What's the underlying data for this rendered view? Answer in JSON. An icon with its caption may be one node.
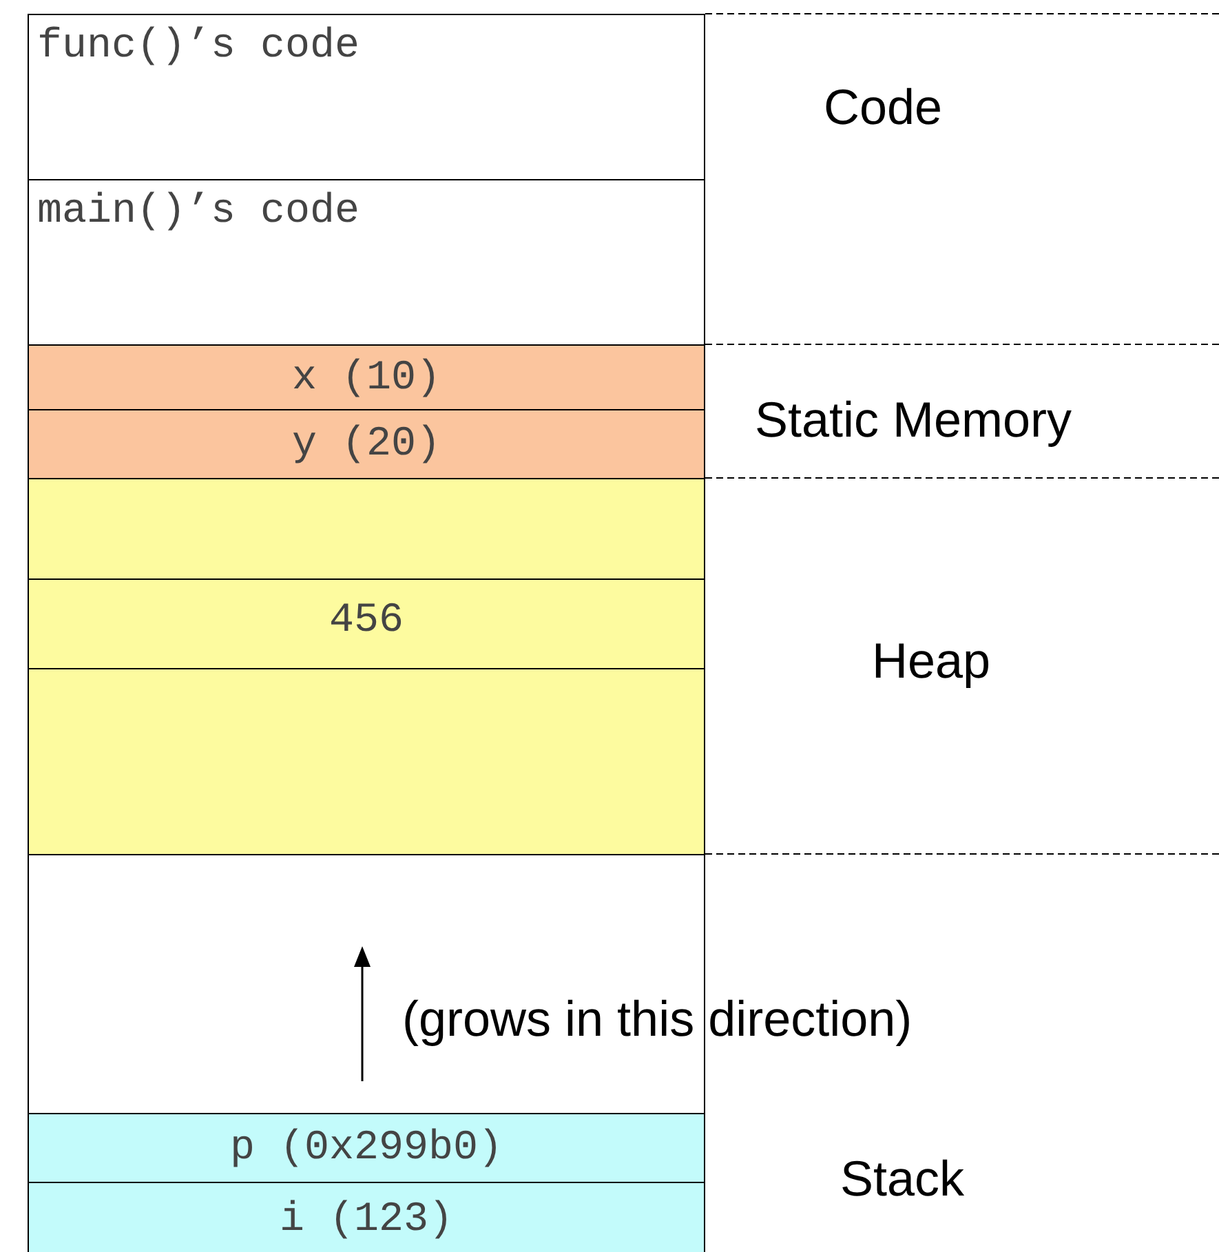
{
  "diagram": {
    "nodes": [
      {
        "text": [
          "func()’s code"
        ]
      },
      {
        "text": [
          "main()’s code"
        ]
      },
      {
        "text": [
          "x (10)"
        ]
      },
      {
        "text": [
          "y (20)"
        ]
      },
      {
        "text": [],
        "shape": "box"
      },
      {
        "text": [
          "456"
        ]
      },
      {
        "text": [],
        "shape": "box"
      },
      {
        "text": [],
        "shape": "box"
      },
      {
        "text": [
          "p (0x299b0)"
        ]
      },
      {
        "text": [
          "i (123)"
        ]
      }
    ],
    "labels": [
      "Code",
      "Static Memory",
      "Heap",
      "(grows in this direction)",
      "Stack"
    ]
  }
}
